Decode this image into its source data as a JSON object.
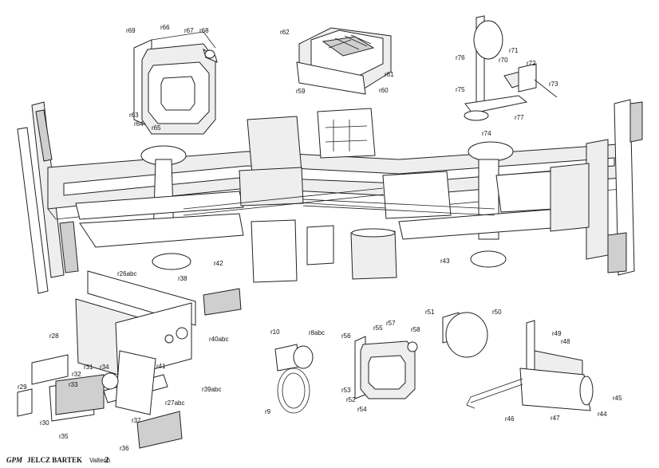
{
  "footer": {
    "brand": "GPM",
    "title": "JELCZ BARTEK",
    "sub": "Valtech",
    "page": "2"
  },
  "labels": {
    "r69": "r69",
    "r66": "r66",
    "r67": "r67",
    "r68": "r68",
    "r63": "r63",
    "r64": "r64",
    "r65": "r65",
    "r62": "r62",
    "r61": "r61",
    "r60": "r60",
    "r59": "r59",
    "r76": "r76",
    "r71": "r71",
    "r70": "r70",
    "r72": "r72",
    "r73": "r73",
    "r75": "r75",
    "r77": "r77",
    "r74": "r74",
    "r42": "r42",
    "r43": "r43",
    "r26abc": "r26abc",
    "r38": "r38",
    "r40abc": "r40abc",
    "r41": "r41",
    "r39abc": "r39abc",
    "r27abc": "r27abc",
    "r28": "r28",
    "r29": "r29",
    "r30": "r30",
    "r31": "r31",
    "r32": "r32",
    "r33": "r33",
    "r34": "r34",
    "r35": "r35",
    "r36": "r36",
    "r37": "r37",
    "r10": "r10",
    "r8abc": "r8abc",
    "r9": "r9",
    "r56": "r56",
    "r55": "r55",
    "r57": "r57",
    "r58": "r58",
    "r53": "r53",
    "r52": "r52",
    "r54": "r54",
    "r51": "r51",
    "r50": "r50",
    "r49": "r49",
    "r48": "r48",
    "r45": "r45",
    "r44": "r44",
    "r46": "r46",
    "r47": "r47"
  }
}
